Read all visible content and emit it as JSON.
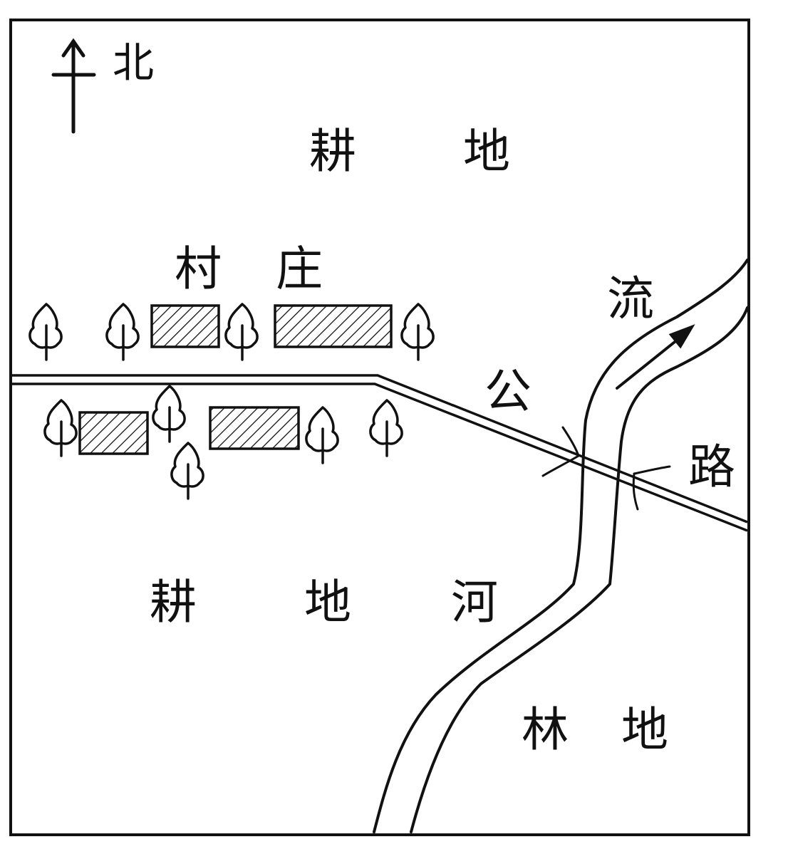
{
  "map": {
    "north_label": "北",
    "labels": {
      "farmland_north": [
        "耕",
        "地"
      ],
      "village": [
        "村",
        "庄"
      ],
      "farmland_south": [
        "耕",
        "地"
      ],
      "river_he": "河",
      "river_liu": "流",
      "road_gong": "公",
      "road_lu": "路",
      "forest": [
        "林",
        "地"
      ]
    },
    "colors": {
      "ink": "#111111",
      "paper": "#ffffff"
    }
  }
}
